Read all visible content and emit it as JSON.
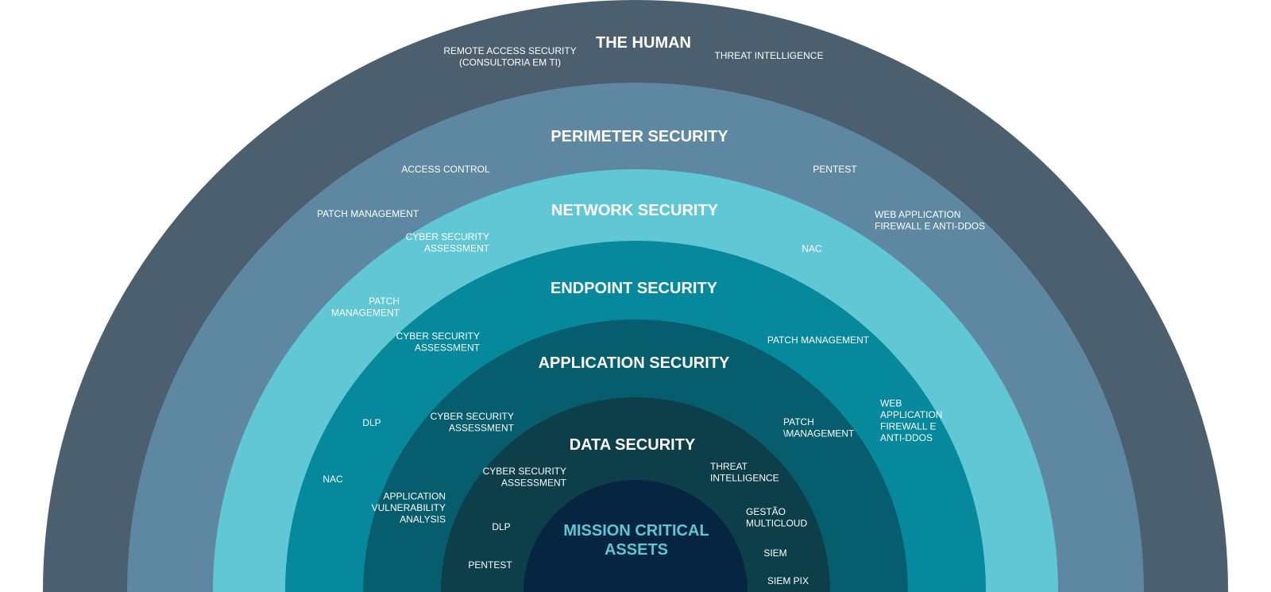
{
  "layers": [
    {
      "id": "human",
      "title": "THE HUMAN",
      "color": "#4b5f6e",
      "items": [
        [
          "REMOTE ACCESS SECURITY",
          "(CONSULTORIA EM TI)"
        ],
        [
          "THREAT INTELLIGENCE"
        ]
      ]
    },
    {
      "id": "perimeter",
      "title": "PERIMETER SECURITY",
      "color": "#5e88a2",
      "items": [
        [
          "ACCESS CONTROL"
        ],
        [
          "PENTEST"
        ],
        [
          "PATCH MANAGEMENT"
        ],
        [
          "WEB APPLICATION",
          "FIREWALL E ANTI-DDOS"
        ]
      ]
    },
    {
      "id": "network",
      "title": "NETWORK SECURITY",
      "color": "#61c7d4",
      "items": [
        [
          "CYBER SECURITY",
          "ASSESSMENT"
        ],
        [
          "NAC"
        ],
        [
          "PATCH",
          "MANAGEMENT"
        ]
      ]
    },
    {
      "id": "endpoint",
      "title": "ENDPOINT SECURITY",
      "color": "#06899d",
      "items": [
        [
          "CYBER SECURITY",
          "ASSESSMENT"
        ],
        [
          "PATCH MANAGEMENT"
        ],
        [
          "DLP"
        ],
        [
          "WEB",
          "APPLICATION",
          "FIREWALL E",
          "ANTI-DDOS"
        ],
        [
          "NAC"
        ]
      ]
    },
    {
      "id": "application",
      "title": "APPLICATION SECURITY",
      "color": "#065d6d",
      "items": [
        [
          "CYBER SECURITY",
          "ASSESSMENT"
        ],
        [
          "PATCH",
          "\\MANAGEMENT"
        ],
        [
          "APPLICATION",
          "VULNERABILITY",
          "ANALYSIS"
        ]
      ]
    },
    {
      "id": "data",
      "title": "DATA SECURITY",
      "color": "#0d3f4a",
      "items": [
        [
          "CYBER SECURITY",
          "ASSESSMENT"
        ],
        [
          "THREAT",
          "INTELLIGENCE"
        ],
        [
          "DLP"
        ],
        [
          "GESTÃO",
          "MULTICLOUD"
        ],
        [
          "PENTEST"
        ],
        [
          "SIEM"
        ],
        [
          "SIEM PIX"
        ]
      ]
    },
    {
      "id": "core",
      "title": [
        "MISSION CRITICAL",
        "ASSETS"
      ],
      "color": "#052540",
      "title_color": "#5ec6d6",
      "items": []
    }
  ]
}
